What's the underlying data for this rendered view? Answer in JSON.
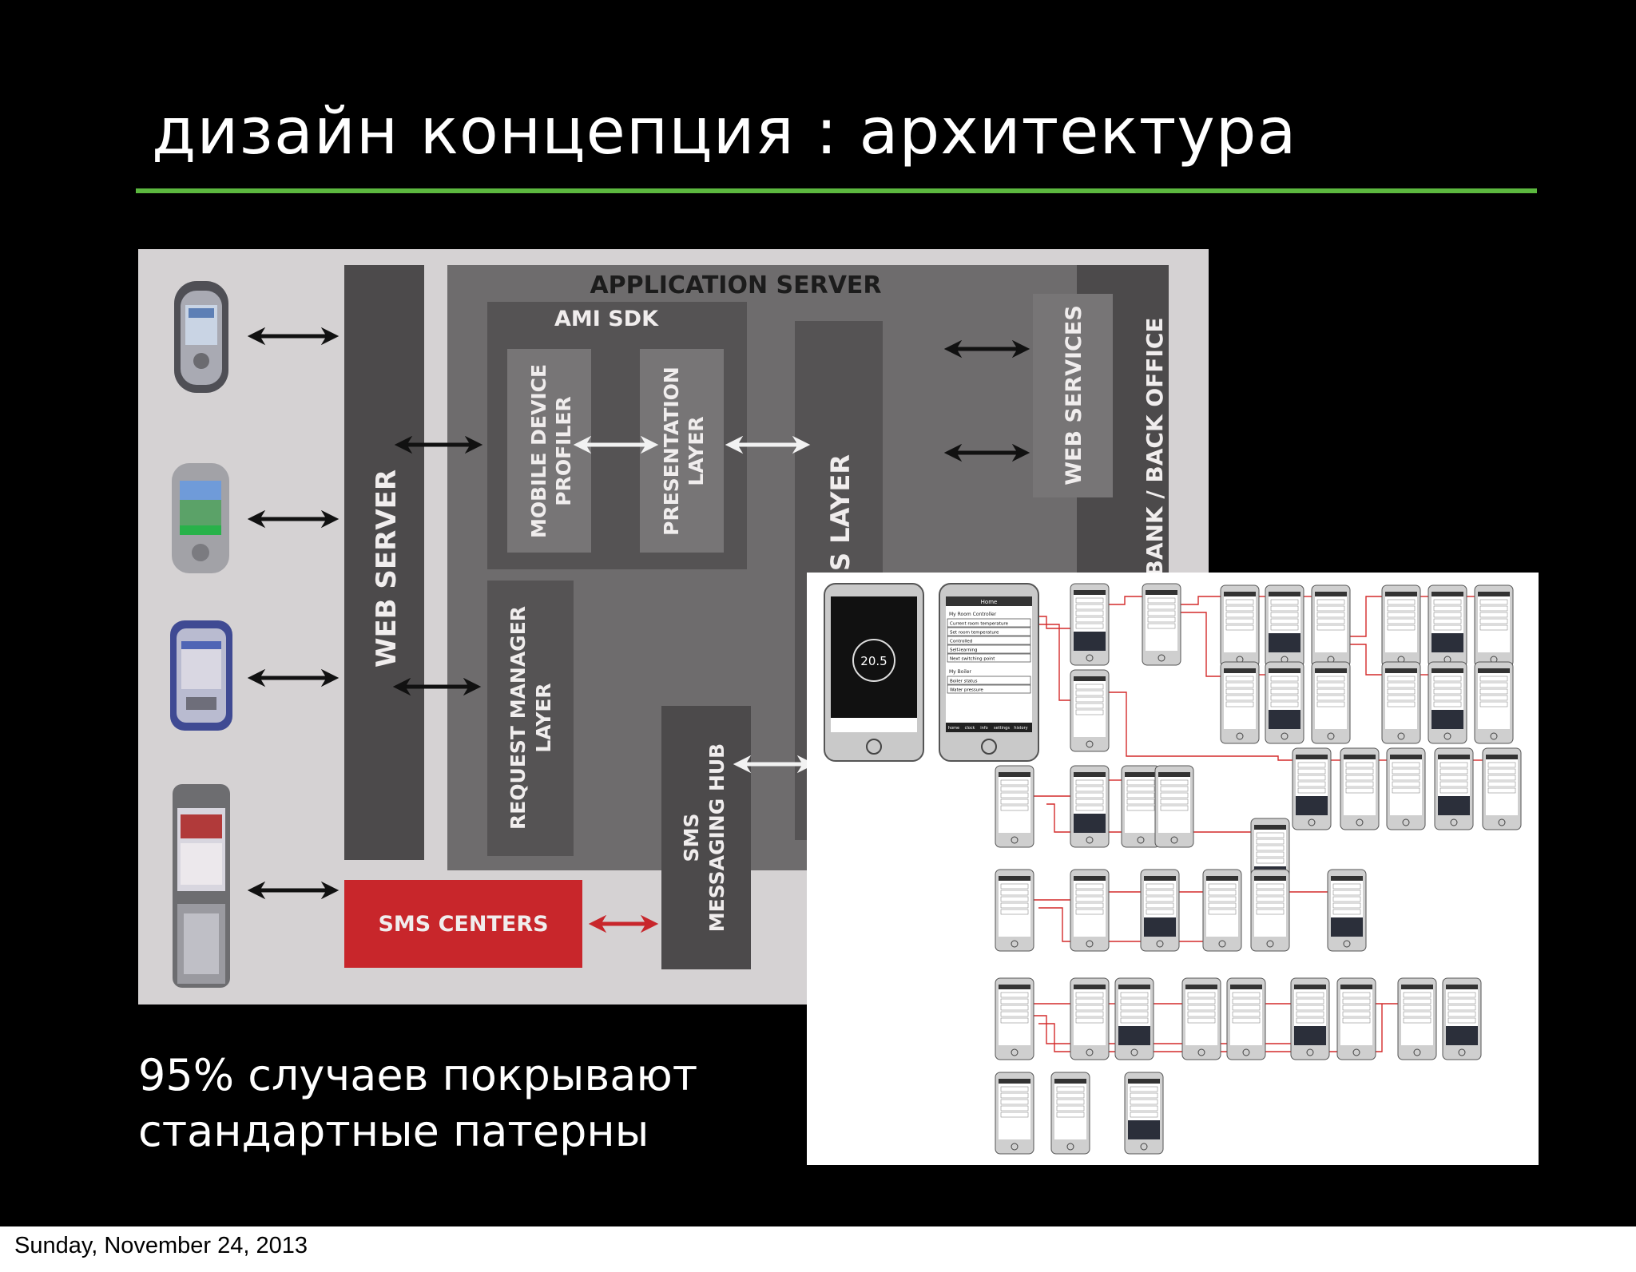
{
  "slide": {
    "title": "дизайн концепция : архитектура",
    "caption_line1": "95% случаев покрывают",
    "caption_line2": "стандартные патерны",
    "accent_color": "#5cb83f",
    "background_color": "#000000"
  },
  "architecture_diagram": {
    "application_server": "APPLICATION SERVER",
    "ami_sdk": "AMI SDK",
    "web_server": "WEB SERVER",
    "mobile_device_profiler": [
      "MOBILE DEVICE",
      "PROFILER"
    ],
    "presentation_layer": [
      "PRESENTATION",
      "LAYER"
    ],
    "business_layer_partial": "S LAYER",
    "request_manager_layer": [
      "REQUEST MANAGER",
      "LAYER"
    ],
    "sms_messaging_hub": [
      "SMS",
      "MESSAGING HUB"
    ],
    "sms_centers": "SMS CENTERS",
    "web_services": "WEB SERVICES",
    "bank_back_office": "BANK / BACK OFFICE",
    "devices": [
      "phone-icon",
      "pda-icon",
      "smartphone-icon",
      "flip-phone-icon"
    ],
    "sms_color": "#c8262b"
  },
  "flow_diagram": {
    "home_title": "Home",
    "room_controller": "My Room Controller",
    "rows": [
      "Current room temperature",
      "Set room temperature",
      "Controlled",
      "Self-learning",
      "Next switching point"
    ],
    "boiler_title": "My Boiler",
    "boiler_rows": [
      "Boiler status",
      "Water pressure"
    ],
    "tabs": [
      "home",
      "clock",
      "info",
      "settings",
      "history"
    ],
    "dial_value": "20.5",
    "connector_color": "#d42a2a"
  },
  "footer": {
    "date": "Sunday, November 24, 2013"
  }
}
